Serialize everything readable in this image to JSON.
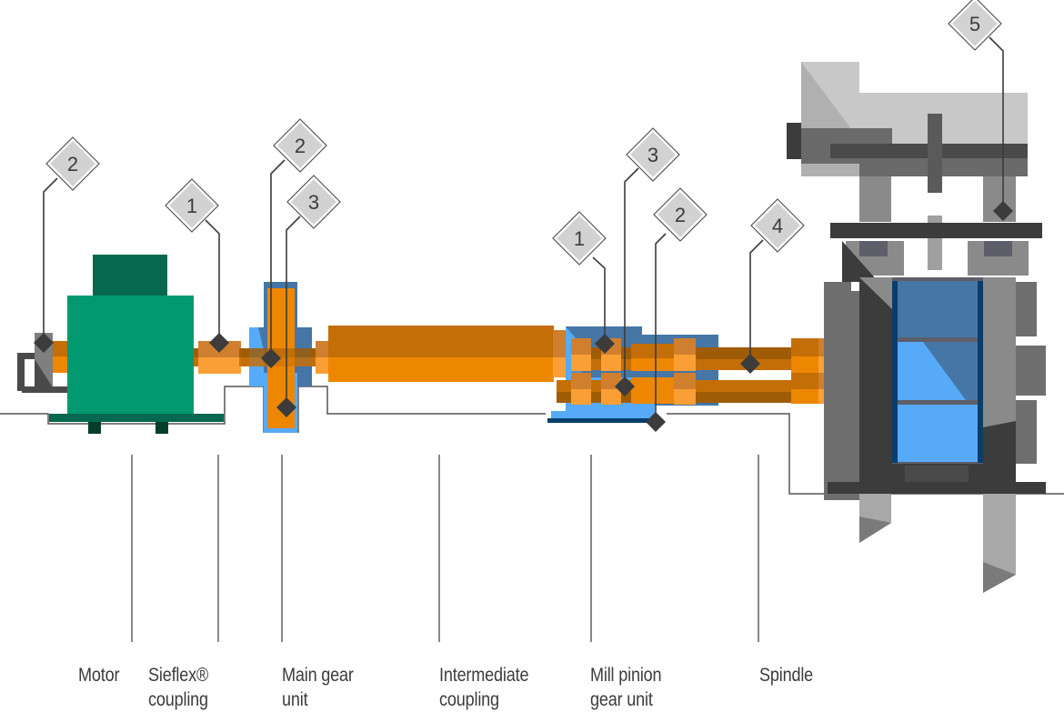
{
  "title": "Rolling mill drive train diagram",
  "components": [
    {
      "id": "motor",
      "label": "Motor"
    },
    {
      "id": "sieflex-coupling",
      "label": "Sieflex®\ncoupling"
    },
    {
      "id": "main-gear-unit",
      "label": "Main gear\nunit"
    },
    {
      "id": "intermediate-coupling",
      "label": "Intermediate\ncoupling"
    },
    {
      "id": "mill-pinion-gear-unit",
      "label": "Mill pinion\ngear unit"
    },
    {
      "id": "spindle",
      "label": "Spindle"
    }
  ],
  "callouts": [
    {
      "id": "motor-bearing",
      "number": "2"
    },
    {
      "id": "motor-coupling",
      "number": "1"
    },
    {
      "id": "main-gear-shaft",
      "number": "2"
    },
    {
      "id": "main-gear-wheel",
      "number": "3"
    },
    {
      "id": "pinion-coupling",
      "number": "1"
    },
    {
      "id": "pinion-gear",
      "number": "3"
    },
    {
      "id": "pinion-housing",
      "number": "2"
    },
    {
      "id": "spindle-shaft",
      "number": "4"
    },
    {
      "id": "mill-stand",
      "number": "5"
    }
  ],
  "colors": {
    "motor": "#009970",
    "motor_dark": "#05684f",
    "shaft_dark": "#c46e07",
    "shaft_light": "#ee8700",
    "coupling_light": "#f99f35",
    "housing_blue": "#4576a6",
    "housing_light_blue": "#57aaf7",
    "steel_dark": "#3c3c3c",
    "steel_mid": "#7f7f7f",
    "steel_light": "#c8c8c8",
    "badge_fill": "#d2d2d2"
  }
}
